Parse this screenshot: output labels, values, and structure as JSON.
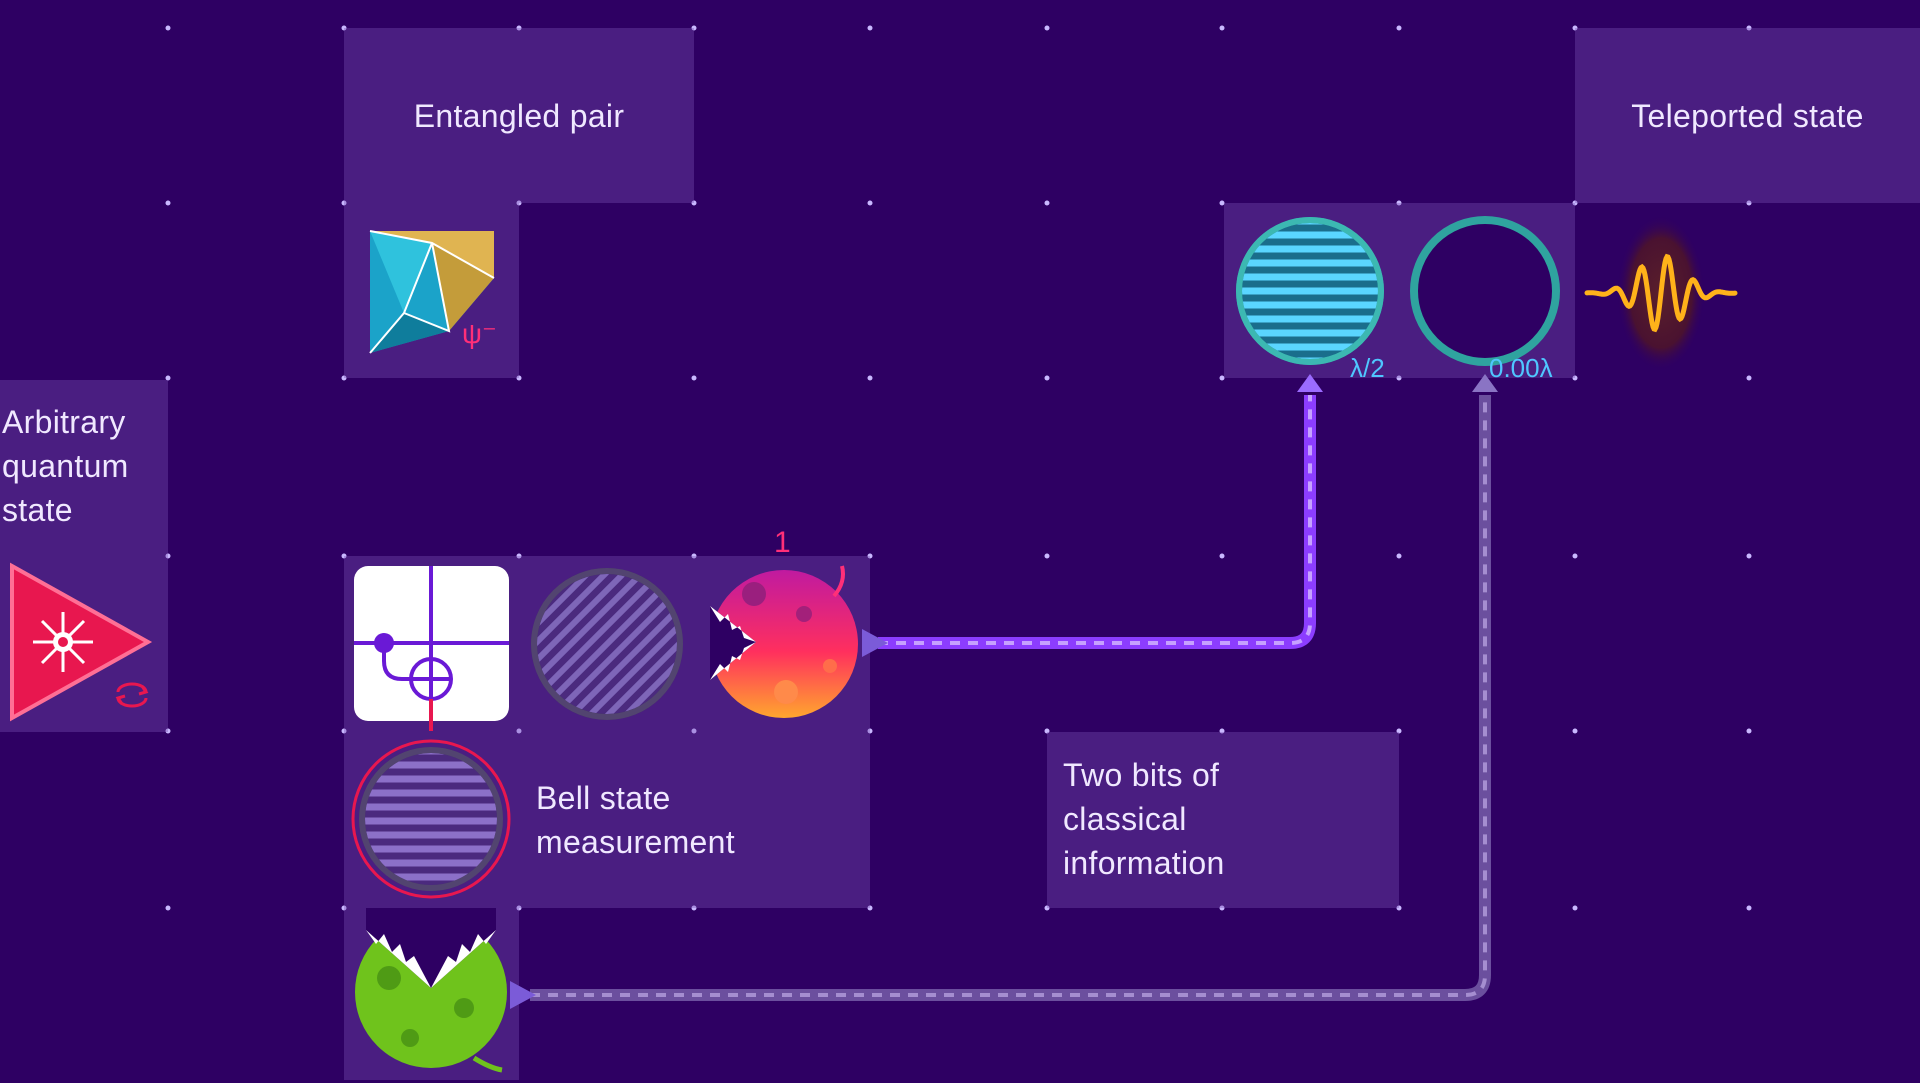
{
  "labels": {
    "entangled_pair": "Entangled pair",
    "teleported_state": "Teleported state",
    "arbitrary_state_lines": [
      "Arbitrary",
      "quantum",
      "state"
    ],
    "bell_measurement_lines": [
      "Bell state",
      "measurement"
    ],
    "classical_info_lines": [
      "Two bits of",
      "classical",
      "information"
    ]
  },
  "elements": {
    "entangled_source_symbol": "ψ⁻",
    "wave_plate_label": "λ/2",
    "phase_plate_label": "0.00λ",
    "detector_count": "1"
  },
  "icons": [
    "entangled-source-icon",
    "laser-icon",
    "rotate-icon",
    "cnot-gate-icon",
    "polarizer-icon",
    "red-detector-icon",
    "green-detector-icon",
    "half-wave-plate-icon",
    "phase-shifter-icon",
    "photon-wavepacket-icon"
  ],
  "colors": {
    "background": "#2e0063",
    "zone": "#5a2a8c",
    "classical_wire_top": "#8c3dff",
    "classical_wire_bottom": "#6b4f9e",
    "teal_ring": "#2fa39f",
    "laser_red": "#e8174f",
    "wave_plate_text": "#4fc6ff",
    "photon_orange": "#ffb21a"
  }
}
